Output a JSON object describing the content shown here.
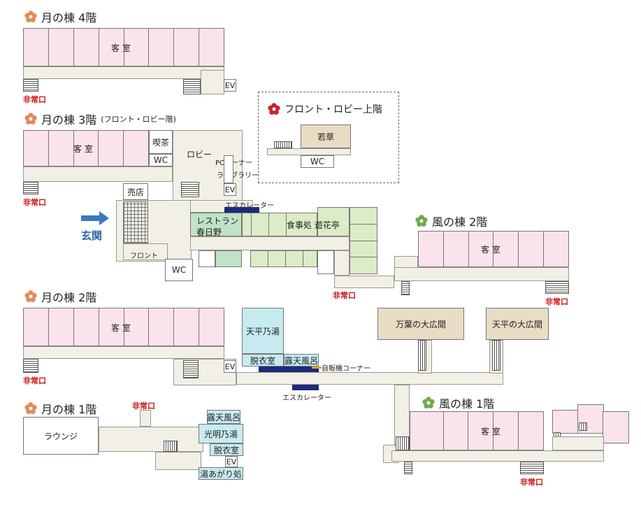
{
  "floors": {
    "tsuki4": {
      "title": "月の棟  4階",
      "room": "客 室"
    },
    "tsuki3": {
      "title": "月の棟  3階",
      "subtitle": "(フロント・ロビー階)",
      "room": "客 室"
    },
    "tsuki2": {
      "title": "月の棟  2階",
      "room": "客 室"
    },
    "tsuki1": {
      "title": "月の棟  1階"
    },
    "front_upper": {
      "title": "フロント・ロビー上階"
    },
    "kaze2": {
      "title": "風の棟  2階",
      "room": "客 室"
    },
    "kaze1": {
      "title": "風の棟  1階",
      "room": "客 室"
    }
  },
  "labels": {
    "emergency_exit": "非常口",
    "ev": "EV",
    "wc": "WC",
    "lobby": "ロビー",
    "kissa": "喫茶",
    "pc_corner": "PCコーナー",
    "library": "ライブラリー",
    "baiten": "売店",
    "escalator": "エスカレーター",
    "restaurant_l1": "レストラン",
    "restaurant_l2": "春日野",
    "shokujidokoro": "食事処  遊花亭",
    "front": "フロント",
    "genkan": "玄関",
    "wakakusa": "若草",
    "manyo_hall": "万葉の大広間",
    "tenpyo_hall": "天平の大広間",
    "tenpyo_no_yu": "天平乃湯",
    "datsuishitsu": "脱衣室",
    "rotenburo": "露天風呂",
    "vending": "自販機コーナー",
    "lounge": "ラウンジ",
    "komyo_no_yu": "光明乃湯",
    "yuagari": "湯あがり処"
  },
  "colors": {
    "guest_room": "#fbe3ee",
    "dining": "#dbecc7",
    "bath": "#c6ebf0",
    "hall": "#e9dcc4",
    "emergency_exit": "#cc1111",
    "entrance_arrow": "#3a78c2",
    "escalator": "#1c2a7a"
  },
  "icons": {
    "tsuki_floor_marker": "plum-blossom-orange-icon",
    "front_upper_marker": "plum-blossom-red-icon",
    "kaze_floor_marker": "plum-blossom-green-icon",
    "entrance": "arrow-right-icon"
  }
}
